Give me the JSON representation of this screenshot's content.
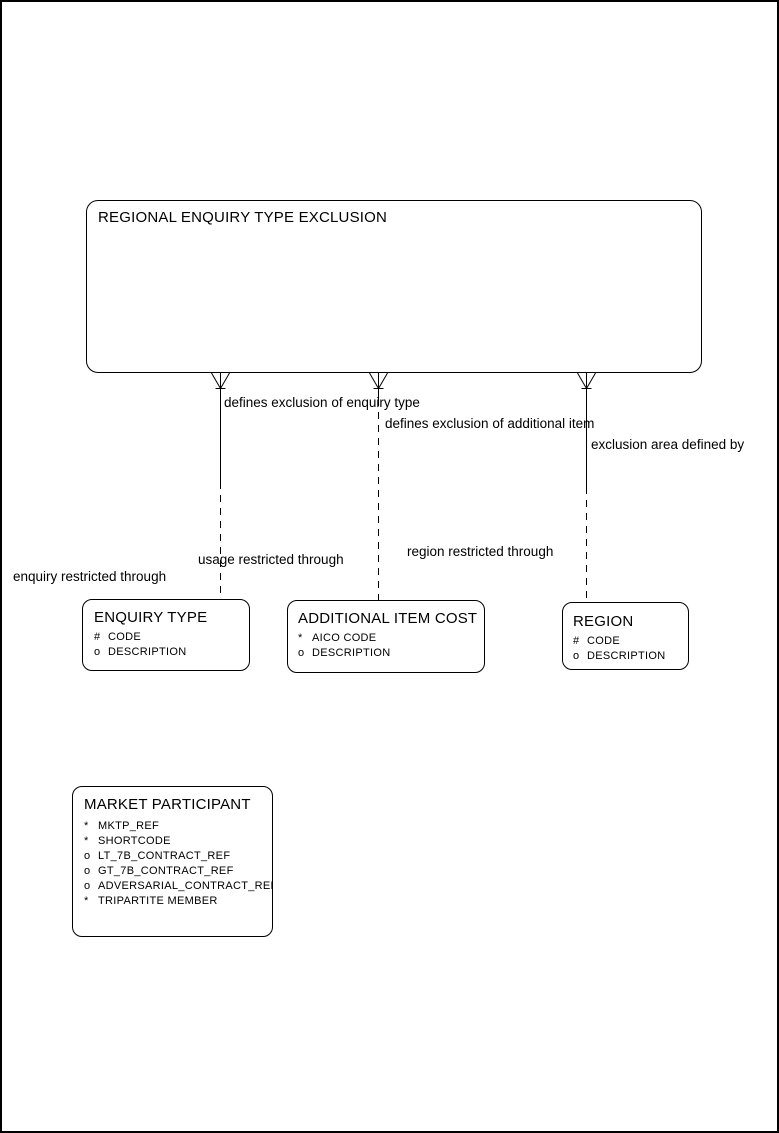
{
  "page": {
    "background": "#ffffff",
    "line_color": "#000000"
  },
  "root_entity": {
    "title": "REGIONAL ENQUIRY TYPE EXCLUSION"
  },
  "relationships": [
    {
      "target": "ENQUIRY TYPE",
      "parent_end_label": "defines exclusion of enquiry type",
      "child_end_label": "enquiry restricted through",
      "parent_end": "many (crow's foot), mandatory segment solid",
      "child_end": "optional segment dashed"
    },
    {
      "target": "ADDITIONAL ITEM COST",
      "parent_end_label": "defines exclusion of additional item",
      "child_end_label": "usage restricted through",
      "parent_end": "many (crow's foot)",
      "child_end": "optional segment dashed"
    },
    {
      "target": "REGION",
      "parent_end_label": "exclusion area defined by",
      "child_end_label": "region restricted through",
      "parent_end": "many (crow's foot), mandatory segment solid",
      "child_end": "optional segment dashed"
    }
  ],
  "entities": {
    "enquiry_type": {
      "title": "ENQUIRY TYPE",
      "attributes": [
        {
          "mark": "#",
          "name": "CODE"
        },
        {
          "mark": "o",
          "name": "DESCRIPTION"
        }
      ]
    },
    "additional_item_cost": {
      "title": "ADDITIONAL ITEM COST",
      "attributes": [
        {
          "mark": "*",
          "name": "AICO CODE"
        },
        {
          "mark": "o",
          "name": "DESCRIPTION"
        }
      ]
    },
    "region": {
      "title": "REGION",
      "attributes": [
        {
          "mark": "#",
          "name": "CODE"
        },
        {
          "mark": "o",
          "name": "DESCRIPTION"
        }
      ]
    },
    "market_participant": {
      "title": "MARKET PARTICIPANT",
      "attributes": [
        {
          "mark": "*",
          "name": "MKTP_REF"
        },
        {
          "mark": "*",
          "name": "SHORTCODE"
        },
        {
          "mark": "o",
          "name": "LT_7B_CONTRACT_REF"
        },
        {
          "mark": "o",
          "name": "GT_7B_CONTRACT_REF"
        },
        {
          "mark": "o",
          "name": "ADVERSARIAL_CONTRACT_REF"
        },
        {
          "mark": "*",
          "name": "TRIPARTITE MEMBER"
        }
      ]
    }
  }
}
